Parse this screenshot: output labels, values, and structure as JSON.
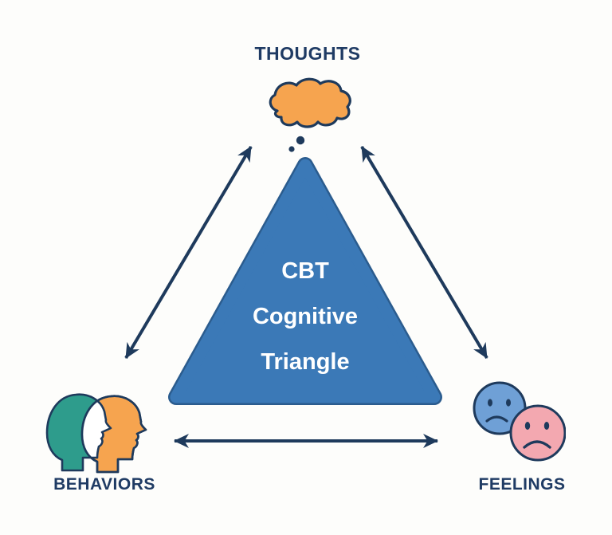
{
  "diagram": {
    "center_title_lines": [
      "CBT",
      "Cognitive",
      "Triangle"
    ],
    "nodes": {
      "thoughts": {
        "label": "THOUGHTS",
        "icon": "thought-cloud-icon"
      },
      "behaviors": {
        "label": "BEHAVIORS",
        "icon": "overlapping-heads-icon"
      },
      "feelings": {
        "label": "FEELINGS",
        "icon": "sad-faces-icon"
      }
    },
    "arrows": [
      {
        "name": "thoughts-behaviors",
        "type": "double-headed"
      },
      {
        "name": "thoughts-feelings",
        "type": "double-headed"
      },
      {
        "name": "behaviors-feelings",
        "type": "double-headed"
      }
    ],
    "colors": {
      "navy": "#1E3A5C",
      "label_text": "#1F3B64",
      "triangle_fill": "#3B79B7",
      "triangle_stroke": "#2B5C8E",
      "triangle_text": "#FFFFFF",
      "cloud_orange": "#F6A44F",
      "head_teal": "#2E9C8C",
      "head_orange": "#F6A44F",
      "head_overlap": "#FFFFFF",
      "face_blue": "#6FA0D6",
      "face_pink": "#F3A8B0",
      "background": "#FDFDFB"
    }
  }
}
